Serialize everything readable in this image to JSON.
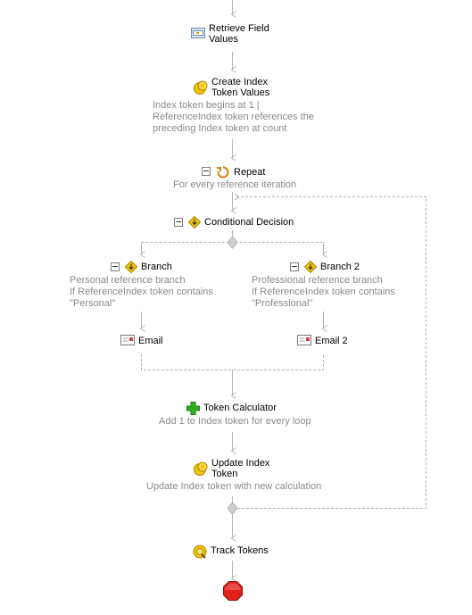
{
  "nodes": {
    "retrieve": {
      "title_lines": [
        "Retrieve Field",
        "Values"
      ],
      "icon": "form-field-icon"
    },
    "create_token": {
      "title_lines": [
        "Create Index",
        "Token Values"
      ],
      "icon": "token-coins-icon",
      "desc_lines": [
        "Index token begins at 1 |",
        "ReferenceIndex token references the",
        "preceding Index token at count"
      ]
    },
    "repeat": {
      "title": "Repeat",
      "icon": "repeat-loop-icon",
      "desc": "For every reference iteration"
    },
    "decision": {
      "title": "Conditional Decision",
      "icon": "decision-diamond-icon"
    },
    "branch1": {
      "title": "Branch",
      "icon": "decision-diamond-icon",
      "desc_lines": [
        "Personal reference branch",
        "If ReferenceIndex token contains",
        "\"Personal\""
      ]
    },
    "branch2": {
      "title": "Branch 2",
      "icon": "decision-diamond-icon",
      "desc_lines": [
        "Professional reference branch",
        "If ReferenceIndex token contains",
        "\"Professional\""
      ]
    },
    "email1": {
      "title": "Email",
      "icon": "email-icon"
    },
    "email2": {
      "title": "Email 2",
      "icon": "email-icon"
    },
    "calculator": {
      "title": "Token Calculator",
      "icon": "plus-calculator-icon",
      "desc": "Add 1 to Index token for every loop"
    },
    "update": {
      "title_lines": [
        "Update Index",
        "Token"
      ],
      "icon": "token-coins-icon",
      "desc": "Update Index token with new calculation"
    },
    "track": {
      "title": "Track Tokens",
      "icon": "track-token-icon"
    },
    "stop": {
      "icon": "stop-octagon-icon"
    }
  },
  "colors": {
    "connector": "#b4b4b4",
    "description": "#8a8a8a",
    "stop": "#e0201b",
    "token": "#f2c200",
    "decision": "#f5c400",
    "calculator": "#2fae1f",
    "repeat": "#e07a10"
  }
}
